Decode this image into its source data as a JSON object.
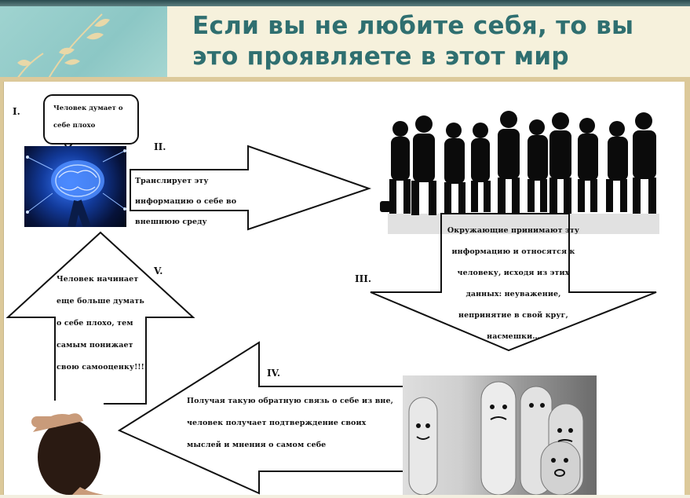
{
  "slide": {
    "title_line1": "Если вы не любите себя, то вы",
    "title_line2": "это проявляете в этот мир"
  },
  "diagram": {
    "steps": [
      {
        "numeral": "I.",
        "text": "Человек думает о себе плохо"
      },
      {
        "numeral": "II.",
        "text": "Транслирует эту информацию о себе во внешнюю среду"
      },
      {
        "numeral": "III.",
        "text": "Окружающие принимают эту информацию и относятся к человеку, исходя из этих данных: неуважение, непринятие в свой круг, насмешки…"
      },
      {
        "numeral": "IV.",
        "text": "Получая такую обратную связь о себе из вне, человек получает подтверждение своих мыслей и мнения о самом себе"
      },
      {
        "numeral": "V.",
        "text": "Человек начинает еще больше думать о себе плохо, тем самым понижает свою самооценку!!!"
      }
    ]
  },
  "colors": {
    "title": "#2f6f70",
    "frame": "#dcc99a",
    "header_teal": "#9fd3d0"
  }
}
